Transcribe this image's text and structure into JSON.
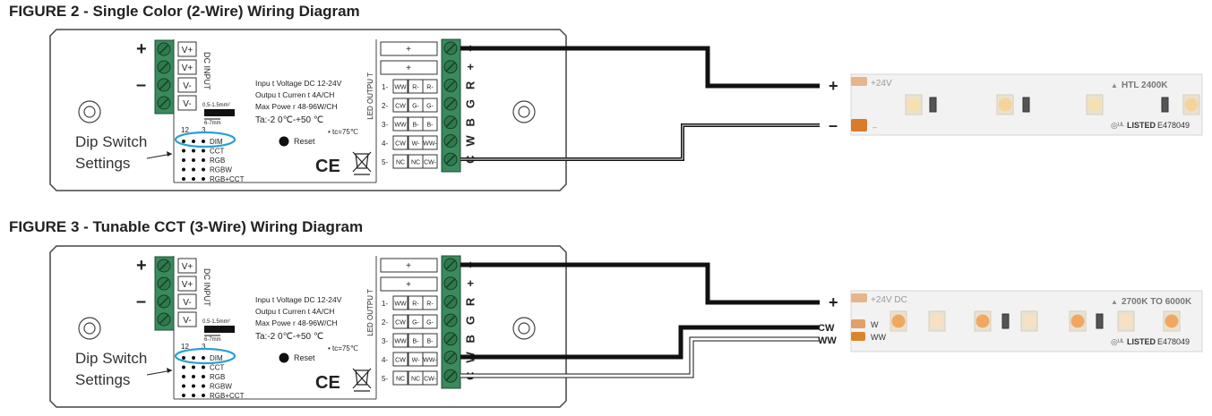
{
  "figures": [
    {
      "title": "FIGURE 2 - Single Color (2-Wire) Wiring Diagram",
      "dc_input_label": "DC INPUT",
      "input_terminals": [
        "V+",
        "V+",
        "V-",
        "V-"
      ],
      "wire_gauge": "0.5-1.5mm²",
      "strip_length": "6-7mm",
      "specs": [
        "Inpu t Voltage  DC 12-24V",
        "Outpu t Curren t 4A/CH",
        "Max Powe r 48-96W/CH",
        "Ta:-2 0℃-+50 ℃"
      ],
      "tc": "• tc=75℃",
      "reset_label": "Reset",
      "dip_numbers": [
        "12",
        "3"
      ],
      "dip_modes": [
        "DIM",
        "CCT",
        "RGB",
        "RGBW",
        "RGB+CCT"
      ],
      "dip_callout": "Dip Switch\nSettings",
      "led_output_label": "LED OUTPU T",
      "output_plus_boxes": [
        "+",
        "+"
      ],
      "output_mode_rows": [
        [
          "1-",
          "WW",
          "R-",
          "R-"
        ],
        [
          "2-",
          "CW",
          "G-",
          "G-"
        ],
        [
          "3-",
          "WW",
          "B-",
          "B-"
        ],
        [
          "4-",
          "CW",
          "W-",
          "WW-"
        ],
        [
          "5-",
          "NC",
          "NC",
          "CW-"
        ]
      ],
      "output_side_labels": [
        "+",
        "+",
        "R",
        "G",
        "B",
        "W",
        "C"
      ],
      "input_plus": "+",
      "input_minus": "–",
      "strip_plus": "+",
      "strip_minus": "–",
      "strip": {
        "voltage": "+24V",
        "minus_pad": "–",
        "brand": "HTL 2400K",
        "listing": "LISTED",
        "file": "E478049",
        "led_colors": [
          "#f7e0b0",
          "#f4d49a"
        ]
      },
      "colors": {
        "positive_wire": "#d42c2c",
        "negative_wire": "#1a1a1a"
      }
    },
    {
      "title": "FIGURE 3 - Tunable CCT (3-Wire) Wiring Diagram",
      "dc_input_label": "DC INPUT",
      "input_terminals": [
        "V+",
        "V+",
        "V-",
        "V-"
      ],
      "wire_gauge": "0.5-1.5mm²",
      "strip_length": "6-7mm",
      "specs": [
        "Inpu t Voltage  DC 12-24V",
        "Outpu t Curren t 4A/CH",
        "Max Powe r 48-96W/CH",
        "Ta:-2 0℃-+50 ℃"
      ],
      "tc": "• tc=75℃",
      "reset_label": "Reset",
      "dip_numbers": [
        "12",
        "3"
      ],
      "dip_modes": [
        "DIM",
        "CCT",
        "RGB",
        "RGBW",
        "RGB+CCT"
      ],
      "dip_callout": "Dip Switch\nSettings",
      "led_output_label": "LED OUTPU T",
      "output_plus_boxes": [
        "+",
        "+"
      ],
      "output_mode_rows": [
        [
          "1-",
          "WW",
          "R-",
          "R-"
        ],
        [
          "2-",
          "CW",
          "G-",
          "G-"
        ],
        [
          "3-",
          "WW",
          "B-",
          "B-"
        ],
        [
          "4-",
          "CW",
          "W-",
          "WW-"
        ],
        [
          "5-",
          "NC",
          "NC",
          "CW-"
        ]
      ],
      "output_side_labels": [
        "+",
        "+",
        "R",
        "G",
        "B",
        "W",
        "C"
      ],
      "input_plus": "+",
      "input_minus": "–",
      "strip_plus": "+",
      "wire_cw": "CW",
      "wire_ww": "WW",
      "strip": {
        "voltage": "+24V DC",
        "pad_w": "W",
        "pad_ww": "WW",
        "brand": "2700K TO 6000K",
        "listing": "LISTED",
        "file": "E478049",
        "led_colors": [
          "#f0a860",
          "#f6e2c2"
        ]
      },
      "colors": {
        "positive_wire": "#d42c2c",
        "negative_wire": "#1a1a1a",
        "ww_wire": "#e8d020"
      }
    }
  ],
  "colors": {
    "dip_highlight": "#2a9fd6",
    "terminal_green": "#3a8a5c",
    "box_stroke": "#333333"
  }
}
